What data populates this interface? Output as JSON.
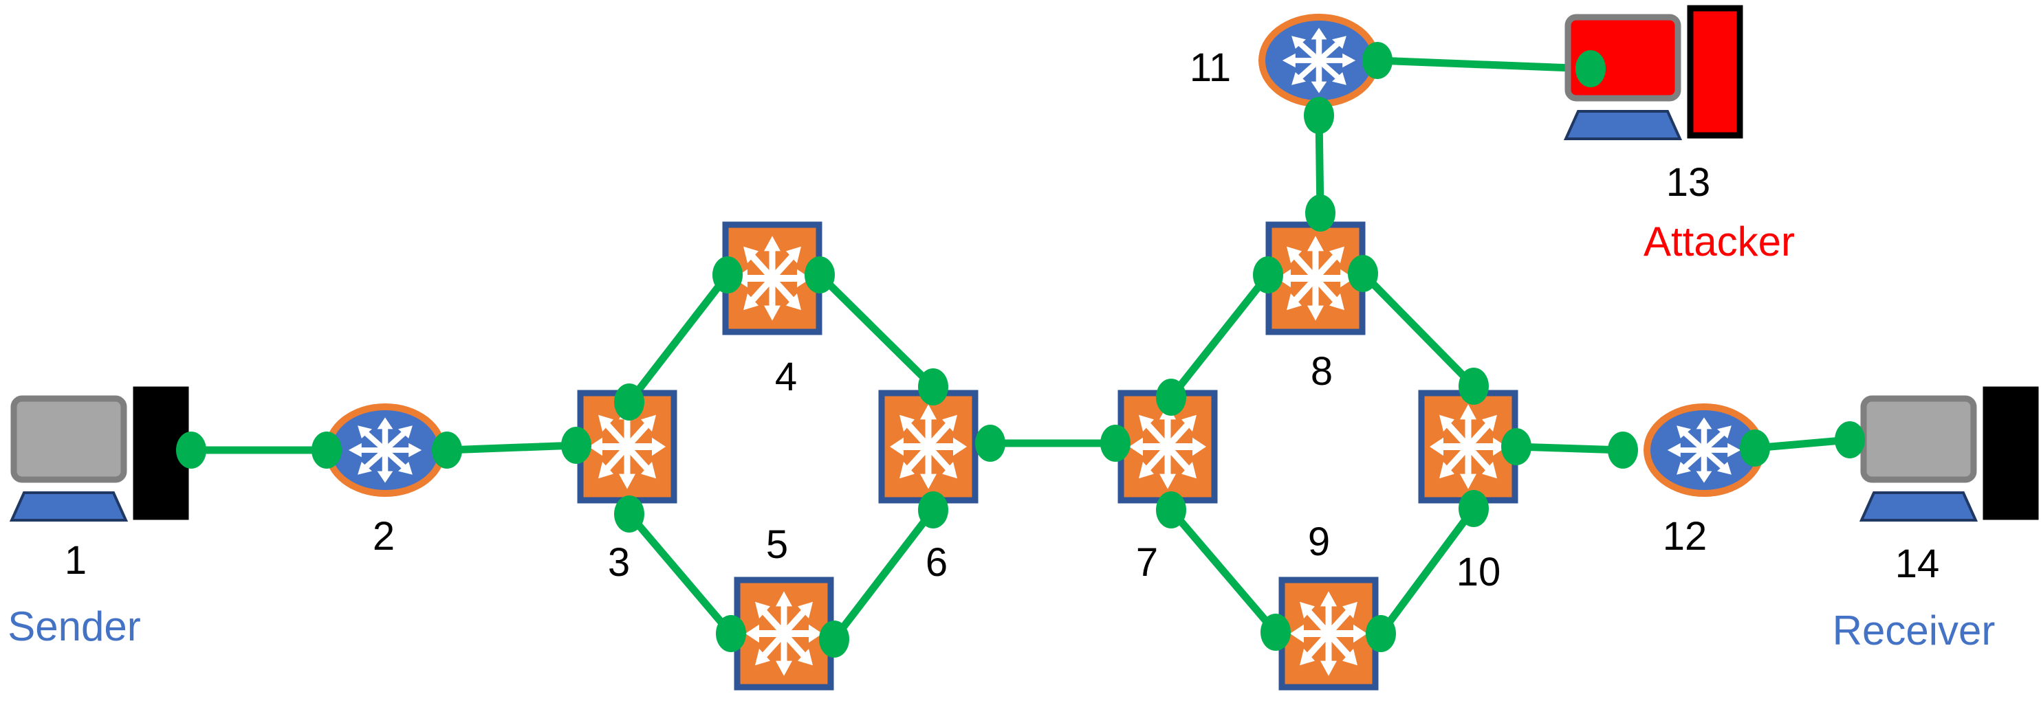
{
  "colors": {
    "link": "#00b050",
    "port": "#00b050",
    "router_fill": "#4472c4",
    "router_ring": "#ed7d31",
    "switch_fill": "#ed7d31",
    "switch_border": "#2f5597",
    "arrow": "#ffffff",
    "host_screen": "#a6a6a6",
    "host_frame": "#7f7f7f",
    "host_base": "#4472c4",
    "host_tower": "#000000",
    "attacker": "#ff0000",
    "sender_text": "#4472c4",
    "receiver_text": "#4472c4",
    "attacker_text": "#ff0000"
  },
  "nodes": [
    {
      "id": "1",
      "label": "1",
      "kind": "host",
      "role": "sender"
    },
    {
      "id": "2",
      "label": "2",
      "kind": "router"
    },
    {
      "id": "3",
      "label": "3",
      "kind": "switch"
    },
    {
      "id": "4",
      "label": "4",
      "kind": "switch"
    },
    {
      "id": "5",
      "label": "5",
      "kind": "switch"
    },
    {
      "id": "6",
      "label": "6",
      "kind": "switch"
    },
    {
      "id": "7",
      "label": "7",
      "kind": "switch"
    },
    {
      "id": "8",
      "label": "8",
      "kind": "switch"
    },
    {
      "id": "9",
      "label": "9",
      "kind": "switch"
    },
    {
      "id": "10",
      "label": "10",
      "kind": "switch"
    },
    {
      "id": "11",
      "label": "11",
      "kind": "router"
    },
    {
      "id": "12",
      "label": "12",
      "kind": "router"
    },
    {
      "id": "13",
      "label": "13",
      "kind": "host",
      "role": "attacker"
    },
    {
      "id": "14",
      "label": "14",
      "kind": "host",
      "role": "receiver"
    }
  ],
  "links": [
    [
      "1",
      "2"
    ],
    [
      "2",
      "3"
    ],
    [
      "3",
      "4"
    ],
    [
      "3",
      "5"
    ],
    [
      "4",
      "6"
    ],
    [
      "5",
      "6"
    ],
    [
      "6",
      "7"
    ],
    [
      "7",
      "8"
    ],
    [
      "7",
      "9"
    ],
    [
      "8",
      "10"
    ],
    [
      "9",
      "10"
    ],
    [
      "10",
      "12"
    ],
    [
      "12",
      "14"
    ],
    [
      "8",
      "11"
    ],
    [
      "11",
      "13"
    ]
  ],
  "roles": {
    "sender": "Sender",
    "receiver": "Receiver",
    "attacker": "Attacker"
  }
}
